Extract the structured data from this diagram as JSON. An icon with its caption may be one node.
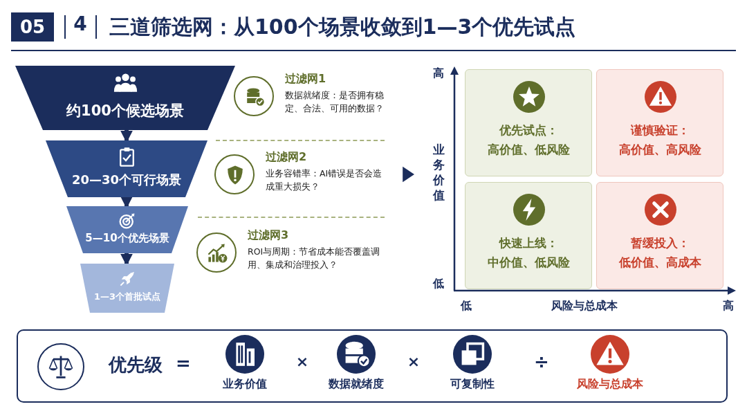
{
  "diagram": {
    "title": "三道筛选网：从100个场景收敛到1—3个优先试点",
    "nodes": [
      {
        "text": [
          "约100个候选场景"
        ]
      },
      {
        "text": [
          "20—30个可行场景"
        ]
      },
      {
        "text": [
          "5—10个优先场景"
        ]
      },
      {
        "text": [
          "1—3个首批试点"
        ]
      },
      {
        "text": [
          "过滤网1",
          "数据就绪度：是否拥有稳定、合法、可用的数据？"
        ]
      },
      {
        "text": [
          "过滤网2",
          "业务容错率：AI错误是否会造成重大损失？"
        ]
      },
      {
        "text": [
          "过滤网3",
          "ROI与周期：节省成本能否覆盖调用、集成和治理投入？"
        ]
      },
      {
        "text": [
          "优先试点：",
          "高价值、低风险"
        ]
      },
      {
        "text": [
          "谨慎验证：",
          "高价值、高风险"
        ]
      },
      {
        "text": [
          "快速上线：",
          "中价值、低风险"
        ]
      },
      {
        "text": [
          "暂缓投入：",
          "低价值、高成本"
        ]
      }
    ],
    "edges": [
      {
        "from": 0,
        "to": 1,
        "arrow": "to"
      },
      {
        "from": 1,
        "to": 2,
        "arrow": "to"
      },
      {
        "from": 2,
        "to": 3,
        "arrow": "to"
      }
    ],
    "labels": [
      "05",
      "4",
      "高",
      "业务价值",
      "低",
      "低",
      "风险与总成本",
      "高",
      "优先级",
      "=",
      "业务价值",
      "×",
      "数据就绪度",
      "×",
      "可复制性",
      "÷",
      "风险与总成本"
    ]
  }
}
